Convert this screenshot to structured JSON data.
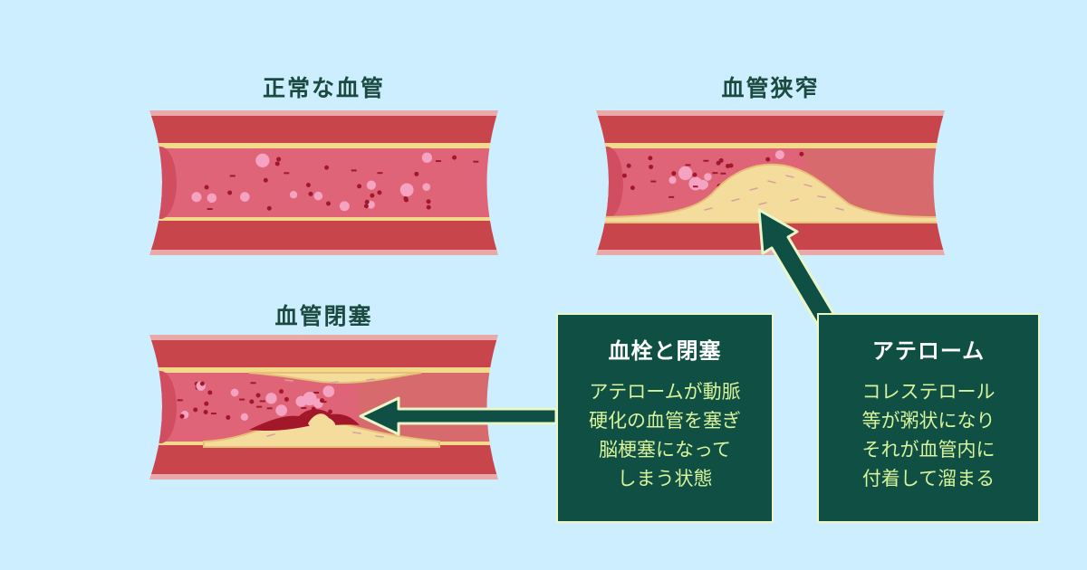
{
  "panels": {
    "normal": {
      "title": "正常な血管"
    },
    "narrowing": {
      "title": "血管狭窄"
    },
    "occlusion": {
      "title": "血管閉塞"
    }
  },
  "callouts": {
    "embolism": {
      "title": "血栓と閉塞",
      "lines": [
        "アテロームが動脈",
        "硬化の血管を塞ぎ",
        "脳梗塞になって",
        "しまう状態"
      ]
    },
    "atheroma": {
      "title": "アテローム",
      "lines": [
        "コレステロール",
        "等が粥状になり",
        "それが血管内に",
        "付着して溜まる"
      ]
    }
  },
  "colors": {
    "background": "#cdeefe",
    "callout_fill": "#0f4f44",
    "callout_text": "#d8f39a",
    "arrow": "#0f4f44",
    "vessel_wall": "#c9454c",
    "vessel_lumen": "#e06478",
    "plaque": "#f3dc9c",
    "clot": "#a3172b"
  },
  "icons": {
    "arrow_to_atheroma": "arrow-up-left",
    "arrow_to_clot": "arrow-left"
  }
}
